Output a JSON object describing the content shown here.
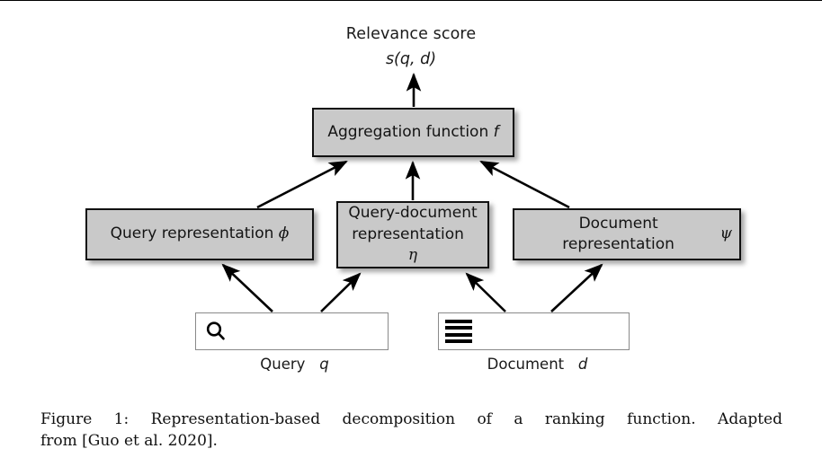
{
  "figure": {
    "top_rule": true,
    "output_label": "Relevance score",
    "output_formula": "s(q, d)",
    "boxes": {
      "aggregation": {
        "text": "Aggregation function",
        "symbol": "f"
      },
      "query_representation": {
        "text": "Query representation",
        "symbol": "ϕ"
      },
      "query_document_representation": {
        "line1": "Query-document",
        "line2": "representation",
        "symbol": "η"
      },
      "document_representation": {
        "text": "Document representation",
        "symbol": "ψ"
      }
    },
    "inputs": {
      "query": {
        "icon": "search-icon",
        "caption_text": "Query",
        "caption_symbol": "q"
      },
      "document": {
        "icon": "lines-icon",
        "caption_text": "Document",
        "caption_symbol": "d"
      }
    },
    "edges": [
      {
        "from": "query-input",
        "to": "query-representation",
        "style": "arrow"
      },
      {
        "from": "query-input",
        "to": "query-document-representation",
        "style": "arrow"
      },
      {
        "from": "document-input",
        "to": "query-document-representation",
        "style": "arrow"
      },
      {
        "from": "document-input",
        "to": "document-representation",
        "style": "arrow"
      },
      {
        "from": "query-representation",
        "to": "aggregation",
        "style": "arrow"
      },
      {
        "from": "query-document-representation",
        "to": "aggregation",
        "style": "arrow"
      },
      {
        "from": "document-representation",
        "to": "aggregation",
        "style": "arrow"
      },
      {
        "from": "aggregation",
        "to": "relevance-score",
        "style": "arrow"
      }
    ],
    "colors": {
      "box_fill": "#c9c9c9",
      "box_border": "#111111",
      "input_border": "#8a8a8a",
      "arrow": "#000000",
      "background": "#ffffff"
    }
  },
  "caption": {
    "line1": "Figure 1:   Representation-based  decomposition  of  a  ranking  function.    Adapted",
    "line2": "from [Guo et al. 2020]."
  }
}
